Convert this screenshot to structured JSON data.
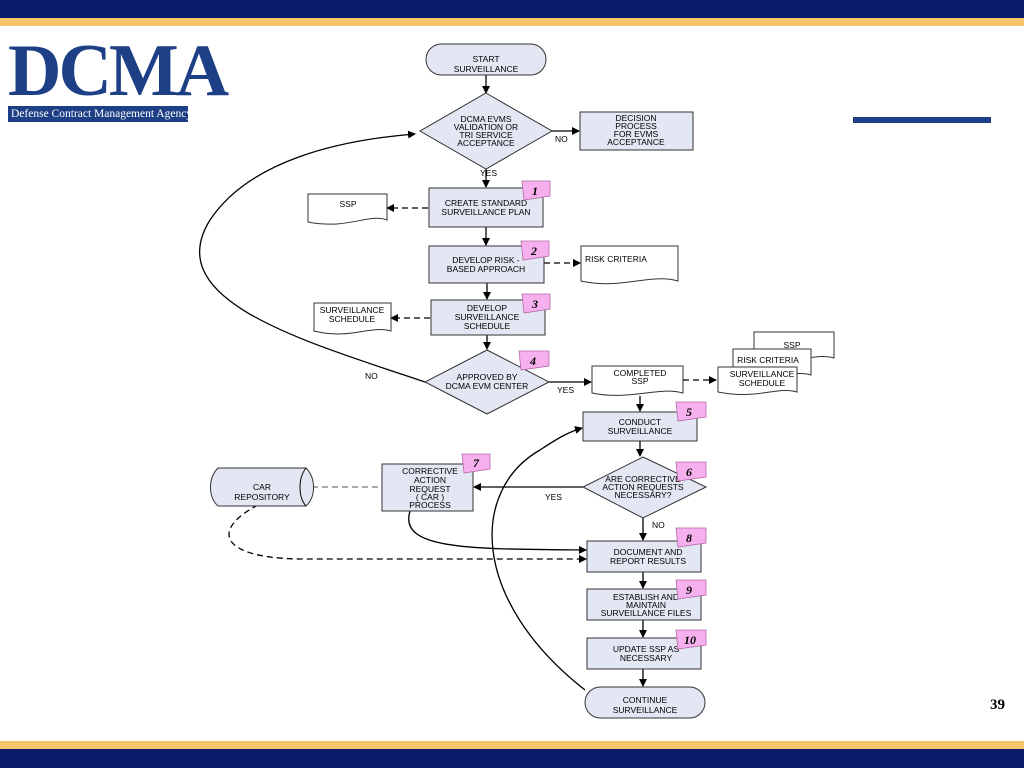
{
  "header": {
    "logo": "DCMA",
    "agency": "Defense Contract Management Agency"
  },
  "page_number": "39",
  "nodes": {
    "start": [
      "START",
      "SURVEILLANCE"
    ],
    "validation": [
      "DCMA EVMS",
      "VALIDATION OR",
      "TRI SERVICE",
      "ACCEPTANCE"
    ],
    "decision": [
      "DECISION",
      "PROCESS",
      "FOR EVMS",
      "ACCEPTANCE"
    ],
    "create_ssp": [
      "CREATE STANDARD",
      "SURVEILLANCE PLAN"
    ],
    "ssp_doc": "SSP",
    "risk": [
      "DEVELOP RISK -",
      "BASED APPROACH"
    ],
    "risk_doc": "RISK CRITERIA",
    "schedule": [
      "DEVELOP",
      "SURVEILLANCE",
      "SCHEDULE"
    ],
    "schedule_doc": [
      "SURVEILLANCE",
      "SCHEDULE"
    ],
    "approved": [
      "APPROVED BY",
      "DCMA EVM CENTER"
    ],
    "completed": [
      "COMPLETED",
      "SSP"
    ],
    "stack": {
      "ssp": "SSP",
      "risk": "RISK CRITERIA",
      "schedule": [
        "SURVEILLANCE",
        "SCHEDULE"
      ]
    },
    "conduct": [
      "CONDUCT",
      "SURVEILLANCE"
    ],
    "car_needed": [
      "ARE CORRECTIVE",
      "ACTION REQUESTS",
      "NECESSARY?"
    ],
    "car_process": [
      "CORRECTIVE",
      "ACTION",
      "REQUEST",
      "( CAR )",
      "PROCESS"
    ],
    "car_repo": [
      "CAR",
      "REPOSITORY"
    ],
    "document": [
      "DOCUMENT AND",
      "REPORT RESULTS"
    ],
    "files": [
      "ESTABLISH AND",
      "MAINTAIN",
      "SURVEILLANCE FILES"
    ],
    "update": [
      "UPDATE SSP AS",
      "NECESSARY"
    ],
    "continue": [
      "CONTINUE",
      "SURVEILLANCE"
    ]
  },
  "labels": {
    "no_1": "NO",
    "yes_1": "YES",
    "no_2": "NO",
    "yes_2": "YES",
    "yes_3": "YES",
    "no_3": "NO"
  },
  "badges": [
    "1",
    "2",
    "3",
    "4",
    "5",
    "6",
    "7",
    "8",
    "9",
    "10"
  ]
}
